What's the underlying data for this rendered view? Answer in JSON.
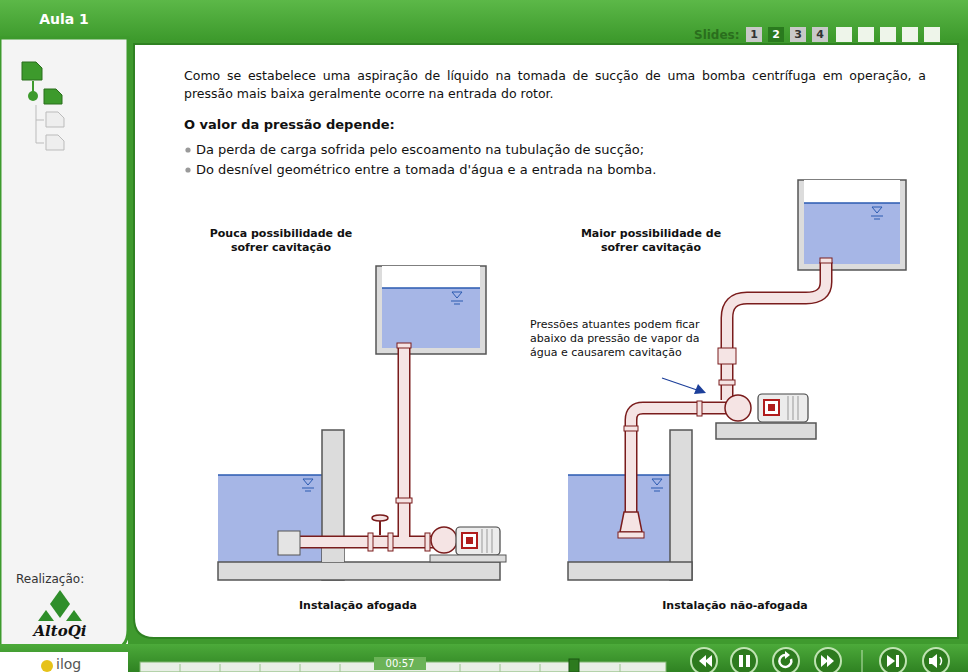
{
  "diagram": {
    "nodes": [
      {
        "text": [
          "Aula 1"
        ]
      },
      {
        "text": [
          "1"
        ]
      },
      {
        "text": [
          "2"
        ]
      },
      {
        "text": [
          "3"
        ]
      },
      {
        "text": [
          "4"
        ]
      },
      {
        "text": [
          "00:57"
        ]
      }
    ],
    "labels": [
      "Slides:",
      "Como se estabelece uma aspiração de líquido na tomada de sucção de uma bomba centrífuga em operação, a pressão mais baixa geralmente ocorre na entrada do rotor.",
      "O valor da pressão depende:",
      "Da perda de carga sofrida pelo escoamento na tubulação de sucção;",
      "Do desnível geométrico entre a tomada d'água e a entrada na bomba.",
      "Pouca possibilidade de sofrer cavitação",
      "Maior possibilidade de sofrer cavitação",
      "Pressões atuantes podem ficar abaixo da pressão de vapor da água e causarem cavitação",
      "Instalação afogada",
      "Instalação não-afogada",
      "Realização:",
      "AltoQi",
      "ilog"
    ]
  }
}
